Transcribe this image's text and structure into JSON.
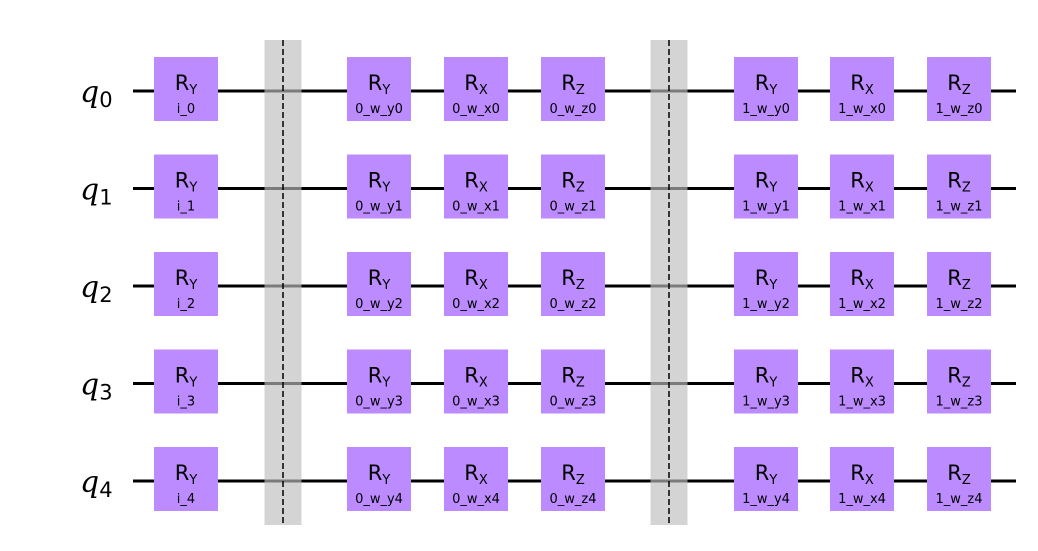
{
  "colors": {
    "gate": "#bb8bff",
    "barrier": "#bdbdbd",
    "wire": "#000000",
    "background": "#ffffff"
  },
  "qubits": [
    {
      "letter": "q",
      "index": "0"
    },
    {
      "letter": "q",
      "index": "1"
    },
    {
      "letter": "q",
      "index": "2"
    },
    {
      "letter": "q",
      "index": "3"
    },
    {
      "letter": "q",
      "index": "4"
    }
  ],
  "layers": [
    {
      "type": "gates",
      "gates": [
        {
          "name": "R",
          "axis": "Y",
          "params": [
            "i_0",
            "i_1",
            "i_2",
            "i_3",
            "i_4"
          ]
        }
      ]
    },
    {
      "type": "barrier"
    },
    {
      "type": "gates",
      "gates": [
        {
          "name": "R",
          "axis": "Y",
          "params": [
            "0_w_y0",
            "0_w_y1",
            "0_w_y2",
            "0_w_y3",
            "0_w_y4"
          ]
        },
        {
          "name": "R",
          "axis": "X",
          "params": [
            "0_w_x0",
            "0_w_x1",
            "0_w_x2",
            "0_w_x3",
            "0_w_x4"
          ]
        },
        {
          "name": "R",
          "axis": "Z",
          "params": [
            "0_w_z0",
            "0_w_z1",
            "0_w_z2",
            "0_w_z3",
            "0_w_z4"
          ]
        }
      ]
    },
    {
      "type": "barrier"
    },
    {
      "type": "gates",
      "gates": [
        {
          "name": "R",
          "axis": "Y",
          "params": [
            "1_w_y0",
            "1_w_y1",
            "1_w_y2",
            "1_w_y3",
            "1_w_y4"
          ]
        },
        {
          "name": "R",
          "axis": "X",
          "params": [
            "1_w_x0",
            "1_w_x1",
            "1_w_x2",
            "1_w_x3",
            "1_w_x4"
          ]
        },
        {
          "name": "R",
          "axis": "Z",
          "params": [
            "1_w_z0",
            "1_w_z1",
            "1_w_z2",
            "1_w_z3",
            "1_w_z4"
          ]
        }
      ]
    }
  ]
}
